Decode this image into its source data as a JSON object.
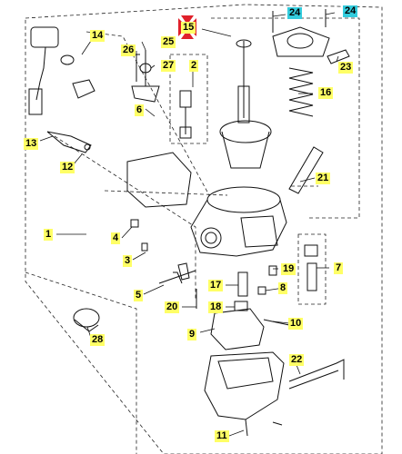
{
  "diagram": {
    "labels": {
      "p1": "1",
      "p2": "2",
      "p3": "3",
      "p4": "4",
      "p5": "5",
      "p6": "6",
      "p7": "7",
      "p8": "8",
      "p9": "9",
      "p10": "10",
      "p11": "11",
      "p12": "12",
      "p13": "13",
      "p14": "14",
      "p15": "15",
      "p16": "16",
      "p17": "17",
      "p18": "18",
      "p19": "19",
      "p20": "20",
      "p21": "21",
      "p22": "22",
      "p23": "23",
      "p24a": "24",
      "p24b": "24",
      "p25": "25",
      "p26": "26",
      "p27": "27",
      "p28": "28"
    },
    "colors": {
      "highlight": "#ffff66",
      "highlight_alt": "#33ccdd",
      "selected_marker": "#e0202a"
    }
  }
}
